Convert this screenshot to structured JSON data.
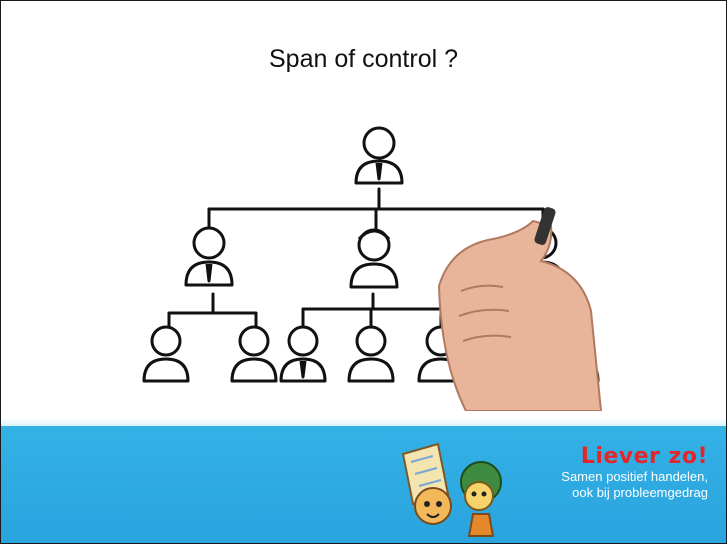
{
  "slide": {
    "title": "Span of control ?"
  },
  "org_chart": {
    "levels": 3,
    "top": [
      "manager"
    ],
    "middle": [
      "manager-left",
      "manager-center",
      "manager-right"
    ],
    "bottom": [
      "employee-1",
      "employee-2",
      "employee-3",
      "employee-4",
      "employee-5",
      "employee-6",
      "employee-7"
    ]
  },
  "branding": {
    "title": "Liever zo!",
    "subtitle_line1": "Samen positief handelen,",
    "subtitle_line2": "ook bij probleemgedrag",
    "colors": {
      "footer": "#2aa3de",
      "brand_title": "#e3262a"
    }
  }
}
